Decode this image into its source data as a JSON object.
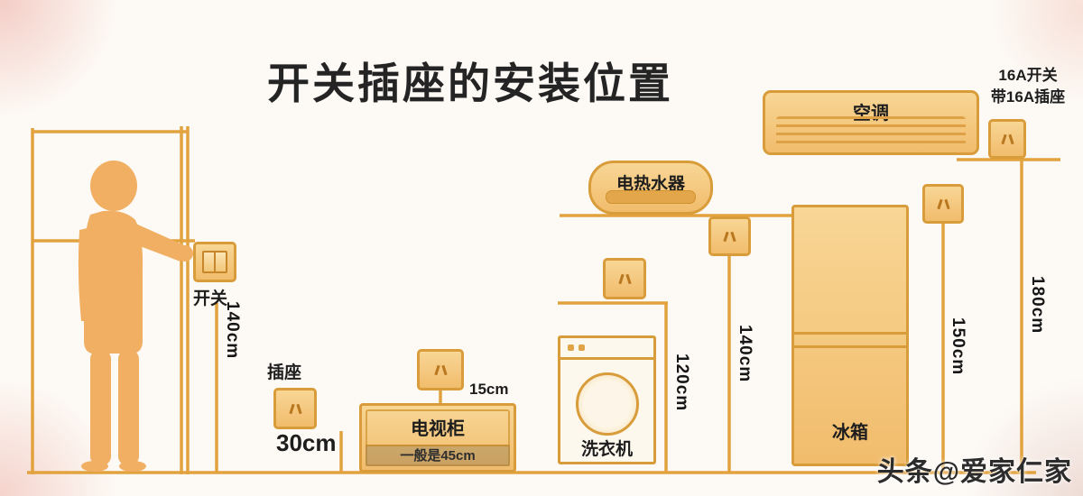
{
  "title": "开关插座的安装位置",
  "watermark": "头条@爱家仁家",
  "switch": {
    "label": "开关",
    "height": "140cm"
  },
  "low_socket": {
    "label": "插座",
    "height": "30cm"
  },
  "tv": {
    "label": "电视柜",
    "note": "一般是45cm",
    "gap": "15cm"
  },
  "washer": {
    "label": "洗衣机",
    "height": "120cm"
  },
  "heater": {
    "label": "电热水器",
    "height": "140cm"
  },
  "fridge": {
    "label": "冰箱",
    "height": "150cm"
  },
  "ac": {
    "label": "空调",
    "spec_line1": "16A开关",
    "spec_line2": "带16A插座",
    "height": "180cm"
  },
  "colors": {
    "accent_orange": "#E2A23E",
    "fill_light": "#F8D695",
    "fill_deep": "#F1BC6C",
    "figure_orange": "#F0AF63",
    "ink": "#262626"
  }
}
